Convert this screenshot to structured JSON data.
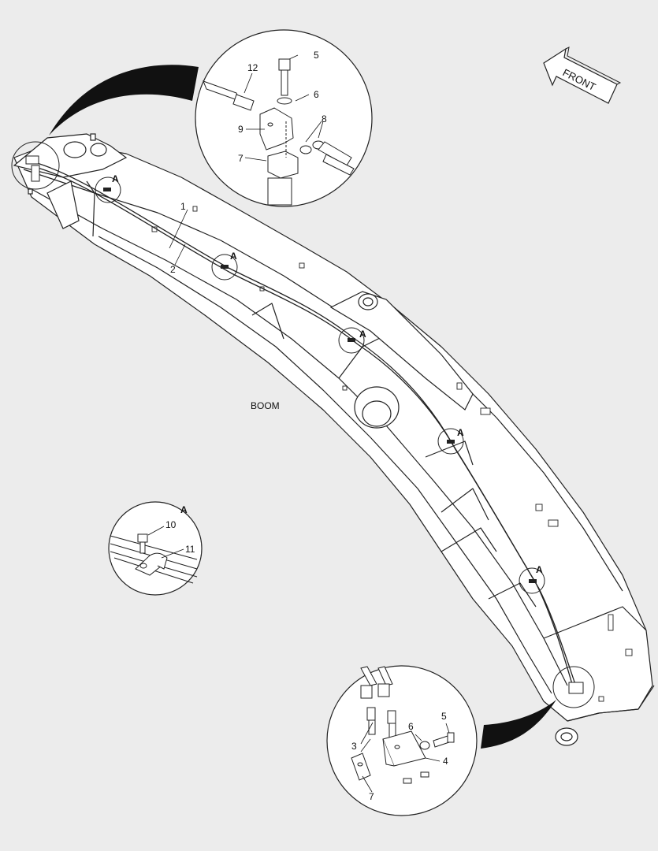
{
  "diagram": {
    "boom_label": "BOOM",
    "front_label": "FRONT",
    "detail_marker": "A",
    "detail_title": "A",
    "callouts": {
      "top": [
        "12",
        "5",
        "6",
        "9",
        "8",
        "7"
      ],
      "left": [
        "1",
        "2"
      ],
      "detailA": [
        "10",
        "11"
      ],
      "bottom": [
        "3",
        "6",
        "5",
        "4",
        "7"
      ]
    },
    "colors": {
      "background": "#ececec",
      "line": "#222222",
      "fill": "#ffffff",
      "leader": "#111111"
    }
  }
}
